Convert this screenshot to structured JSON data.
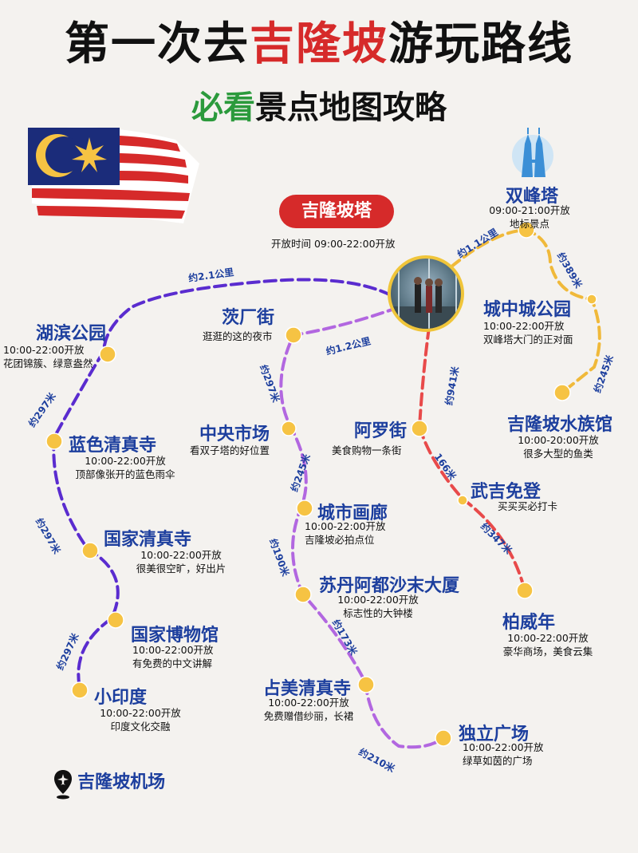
{
  "title": {
    "prefix": "第一次去",
    "highlight": "吉隆坡",
    "suffix": "游玩路线"
  },
  "subtitle": {
    "highlight": "必看",
    "rest": "景点地图攻略"
  },
  "center": {
    "name": "吉隆坡塔",
    "hours": "开放时间 09:00-22:00开放"
  },
  "places": [
    {
      "id": "twin-towers",
      "name": "双峰塔",
      "line1": "09:00-21:00开放",
      "line2": "地标景点"
    },
    {
      "id": "klcc-park",
      "name": "城中城公园",
      "line1": "10:00-22:00开放",
      "line2": "双峰塔大门的正对面"
    },
    {
      "id": "aquarium",
      "name": "吉隆坡水族馆",
      "line1": "10:00-20:00开放",
      "line2": "很多大型的鱼类"
    },
    {
      "id": "lake-gardens",
      "name": "湖滨公园",
      "line1": "10:00-22:00开放",
      "line2": "花团锦簇、绿意盎然"
    },
    {
      "id": "blue-mosque",
      "name": "蓝色清真寺",
      "line1": "10:00-22:00开放",
      "line2": "顶部像张开的蓝色雨伞"
    },
    {
      "id": "national-mosque",
      "name": "国家清真寺",
      "line1": "10:00-22:00开放",
      "line2": "很美很空旷，好出片"
    },
    {
      "id": "national-museum",
      "name": "国家博物馆",
      "line1": "10:00-22:00开放",
      "line2": "有免费的中文讲解"
    },
    {
      "id": "little-india",
      "name": "小印度",
      "line1": "10:00-22:00开放",
      "line2": "印度文化交融"
    },
    {
      "id": "petaling-street",
      "name": "茨厂街",
      "line1": "逛逛的这的夜市",
      "line2": ""
    },
    {
      "id": "central-market",
      "name": "中央市场",
      "line1": "看双子塔的好位置",
      "line2": ""
    },
    {
      "id": "city-gallery",
      "name": "城市画廊",
      "line1": "10:00-22:00开放",
      "line2": "吉隆坡必拍点位"
    },
    {
      "id": "sultan-abdul-samad",
      "name": "苏丹阿都沙末大厦",
      "line1": "10:00-22:00开放",
      "line2": "标志性的大钟楼"
    },
    {
      "id": "jamek-mosque",
      "name": "占美清真寺",
      "line1": "10:00-22:00开放",
      "line2": "免费赠借纱丽，长裙"
    },
    {
      "id": "merdeka-square",
      "name": "独立广场",
      "line1": "10:00-22:00开放",
      "line2": "绿草如茵的广场"
    },
    {
      "id": "jalan-alor",
      "name": "阿罗街",
      "line1": "美食购物一条街",
      "line2": ""
    },
    {
      "id": "bukit-bintang",
      "name": "武吉免登",
      "line1": "买买买必打卡",
      "line2": ""
    },
    {
      "id": "pavilion",
      "name": "柏威年",
      "line1": "10:00-22:00开放",
      "line2": "豪华商场，美食云集"
    }
  ],
  "distances": {
    "d1": "约1.1公里",
    "d2": "约389米",
    "d3": "约245米",
    "d4": "约2.1公里",
    "d5": "约297米",
    "d6": "约297米",
    "d7": "约297米",
    "d8": "约1.2公里",
    "d9": "约297米",
    "d10": "约245米",
    "d11": "约190米",
    "d12": "约173米",
    "d13": "约210米",
    "d14": "约941米",
    "d15": "166米",
    "d16": "约347米"
  },
  "airport": {
    "label": "吉隆坡机场",
    "icon": "airplane-pin-icon"
  },
  "colors": {
    "red": "#d62a2a",
    "green": "#2b9a3c",
    "blue": "#1d3f9e",
    "purple": "#5a2ccf",
    "violet": "#b267e0",
    "orange": "#f0b93a",
    "coral": "#e84a4a",
    "dot": "#f6c343"
  }
}
